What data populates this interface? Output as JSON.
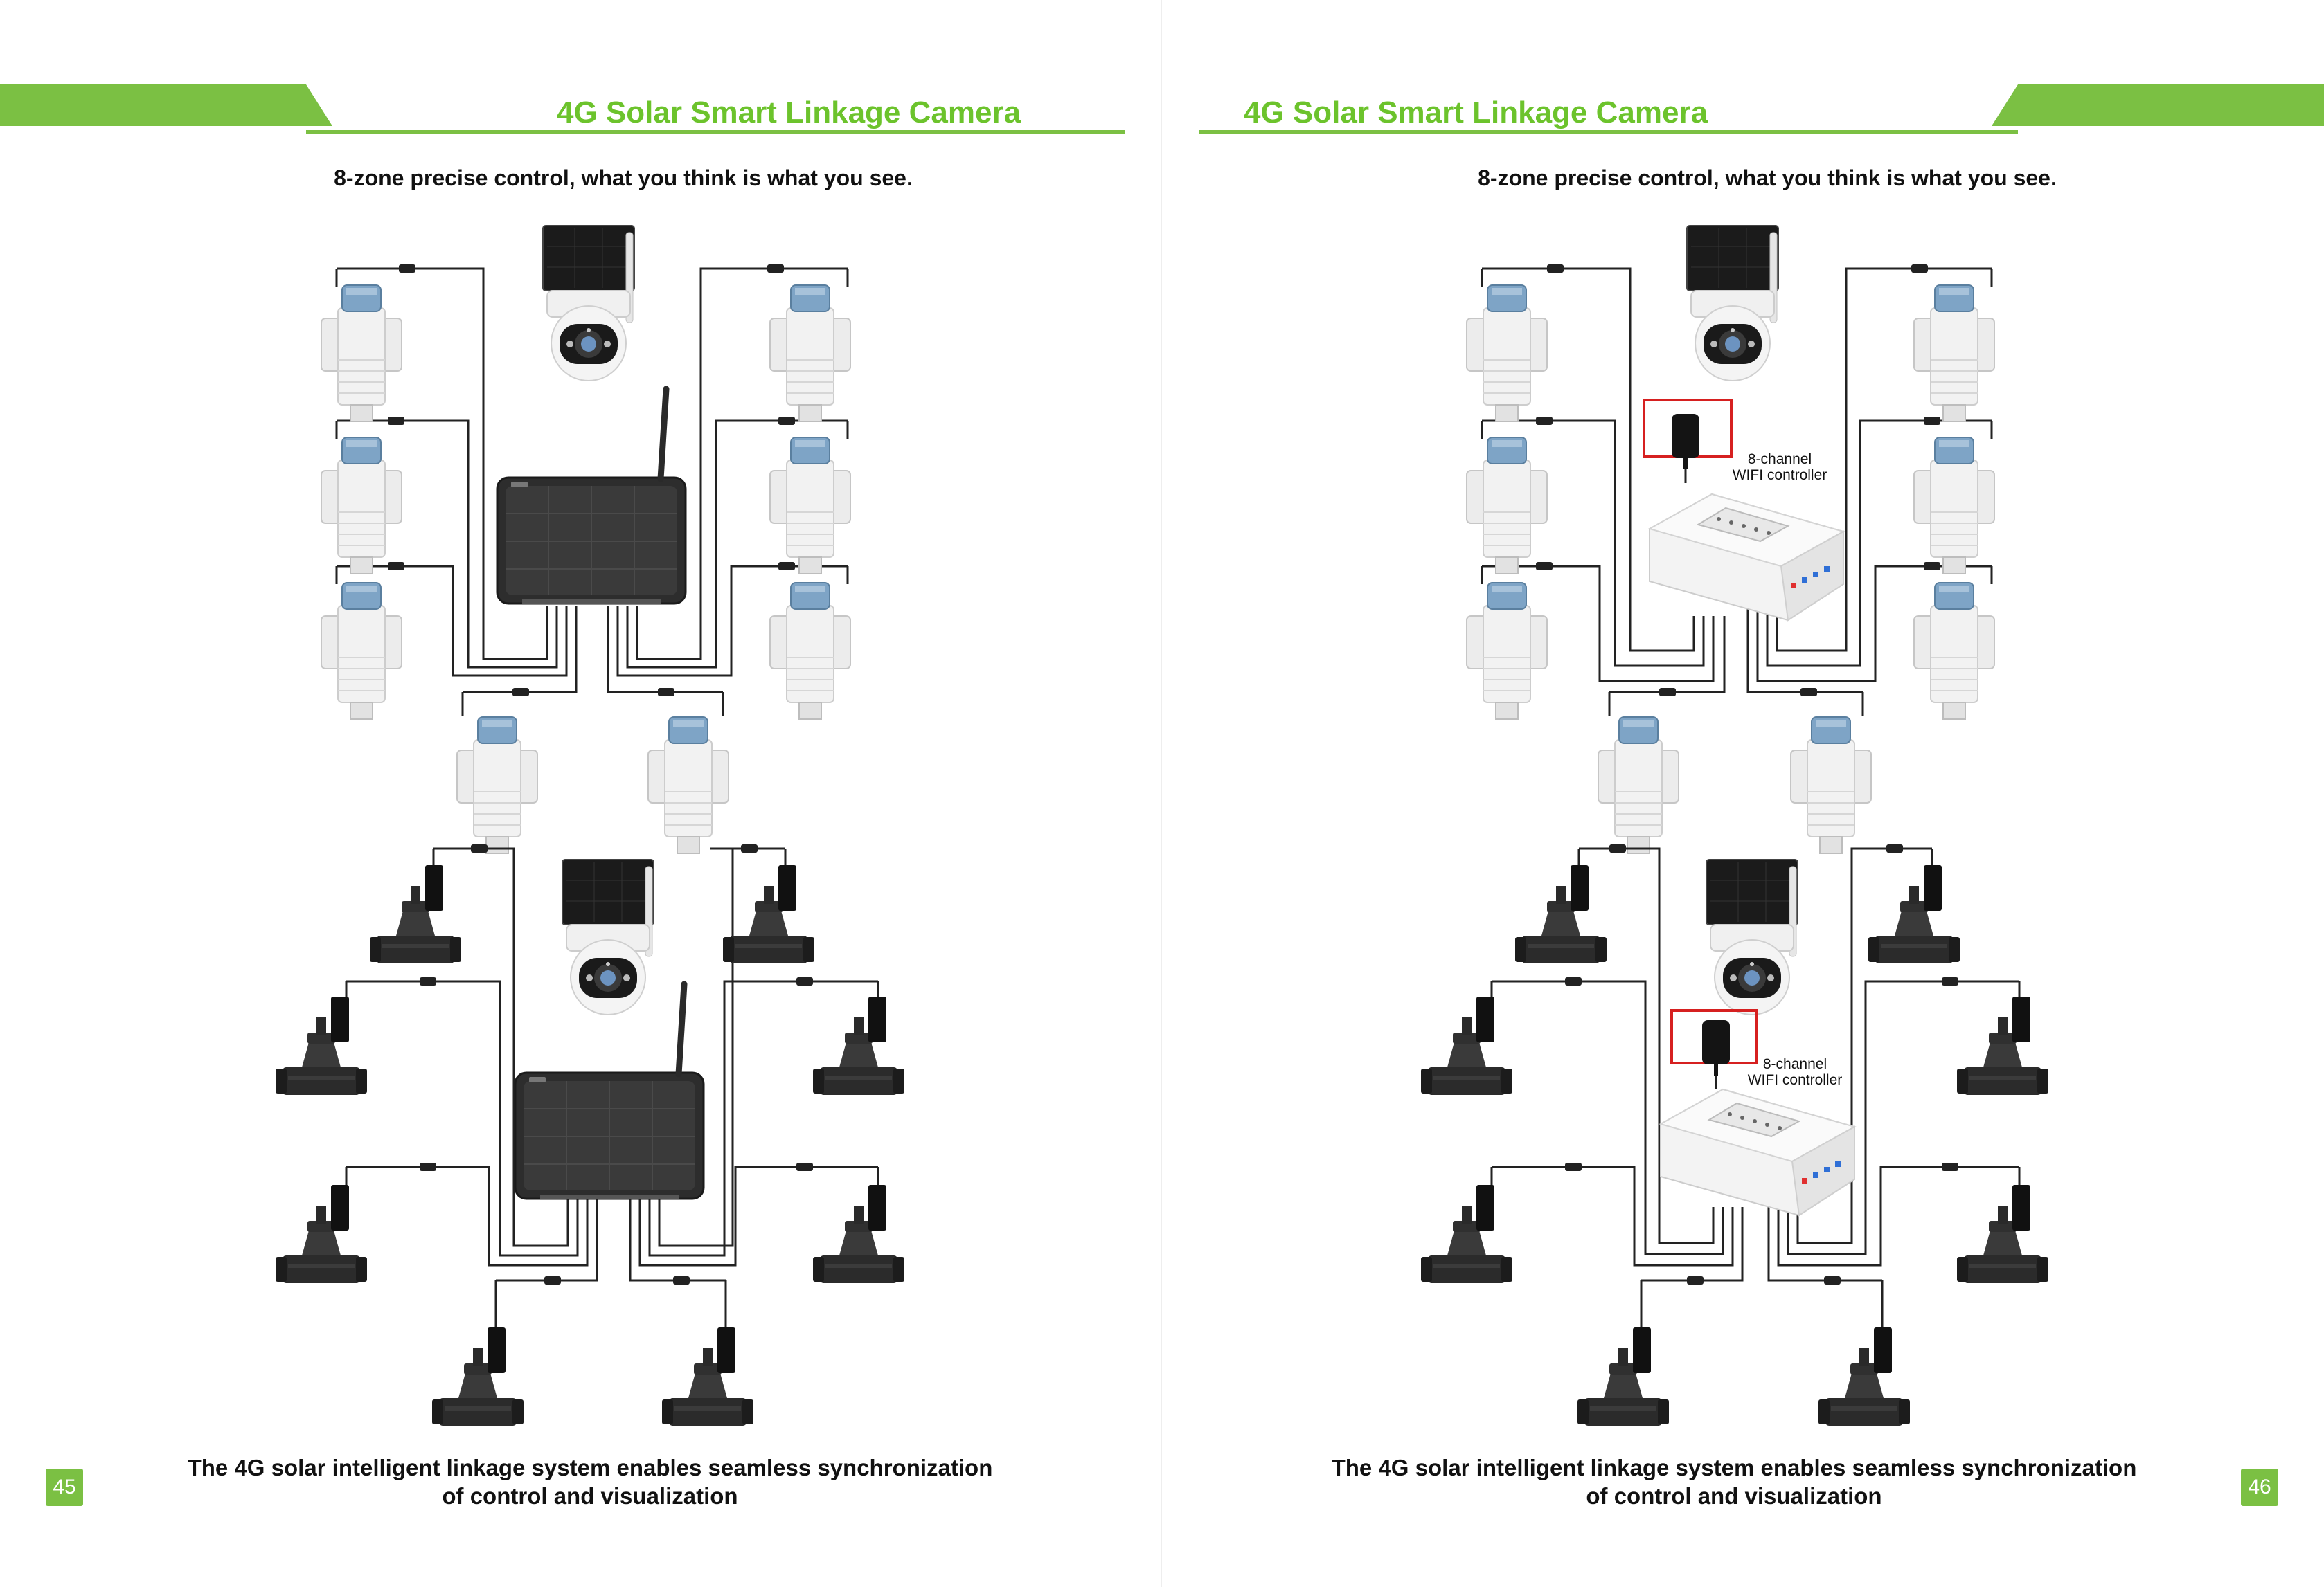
{
  "left_page": {
    "title": "4G Solar Smart Linkage Camera",
    "subtitle": "8-zone precise control, what you think is what you see.",
    "caption_line1": "The 4G solar intelligent linkage system enables seamless synchronization",
    "caption_line2": "of control and visualization",
    "page_number": "45"
  },
  "right_page": {
    "title": "4G Solar Smart Linkage Camera",
    "subtitle": "8-zone precise control, what you think is what you see.",
    "caption_line1": "The 4G solar intelligent linkage system enables seamless synchronization",
    "caption_line2": "of control and visualization",
    "page_number": "46",
    "controller_label_1": "8-channel",
    "controller_label_2": "WIFI controller"
  },
  "colors": {
    "accent_green": "#7bc043",
    "title_green": "#6cc32c",
    "highlight_red": "#d62020",
    "wire": "#222222"
  }
}
